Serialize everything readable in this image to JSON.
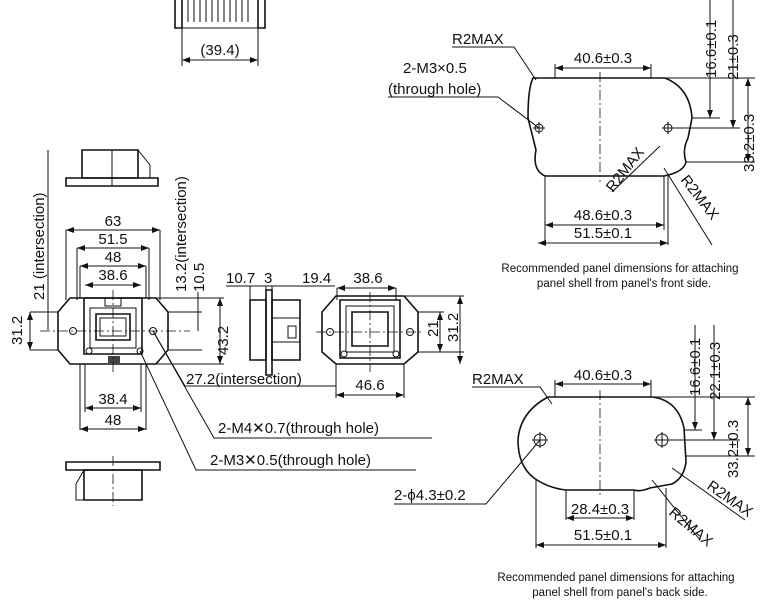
{
  "top_view": {
    "width": "(39.4)"
  },
  "front_panel": {
    "r_top": "R2MAX",
    "hole_line1": "2-M3×0.5",
    "hole_line2": "(through hole)",
    "w_inner": "40.6±0.3",
    "h_16": "16.6±0.1",
    "h_21": "21±0.3",
    "h_33": "33.2±0.3",
    "r_mid": "R2MAX",
    "r_right": "R2MAX",
    "w_48": "48.6±0.3",
    "w_51": "51.5±0.1",
    "caption_line1": "Recommended panel dimensions for attaching",
    "caption_line2": "panel shell from panel's front side."
  },
  "main_view": {
    "v21": "21 (intersection)",
    "v13": "13.2(intersection)",
    "w63": "63",
    "w51": "51.5",
    "w48": "48",
    "w38_6": "38.6",
    "v10_5": "10.5",
    "v31_2": "31.2",
    "v43_2": "43.2",
    "w27_2": "27.2(intersection)",
    "w38_4": "38.4",
    "w48b": "48",
    "callout_m4": "2-M4✕0.7(through hole)",
    "callout_m3": "2-M3✕0.5(through hole)"
  },
  "side_view": {
    "t10_7": "10.7",
    "t3": "3",
    "t19_4": "19.4"
  },
  "back_view": {
    "w38_6": "38.6",
    "h21": "21",
    "h31_2": "31.2",
    "w46_6": "46.6"
  },
  "back_panel": {
    "r_top": "R2MAX",
    "w_inner": "40.6±0.3",
    "h_16": "16.6±0.1",
    "h_22": "22.1±0.3",
    "h_33": "33.2±0.3",
    "hole": "2-ϕ4.3±0.2",
    "w_28": "28.4±0.3",
    "w_51": "51.5±0.1",
    "r_mid": "R2MAX",
    "r_right": "R2MAX",
    "caption_line1": "Recommended panel dimensions for attaching",
    "caption_line2": "panel shell from panel's back side."
  }
}
